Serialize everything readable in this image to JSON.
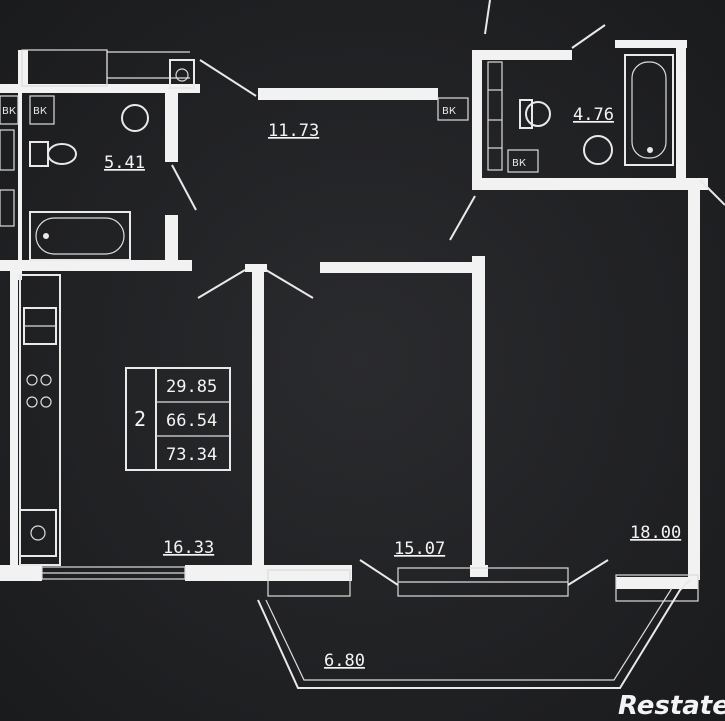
{
  "rooms": {
    "bathroom": "5.41",
    "hall": "11.73",
    "wc": "4.76",
    "kitchen": "16.33",
    "bedroom": "15.07",
    "living": "18.00",
    "loggia": "6.80"
  },
  "summary": {
    "room_count": "2",
    "living_area": "29.85",
    "total_area": "66.54",
    "total_with_loggia": "73.34"
  },
  "vent_label": "ВК",
  "watermark": "Restate"
}
